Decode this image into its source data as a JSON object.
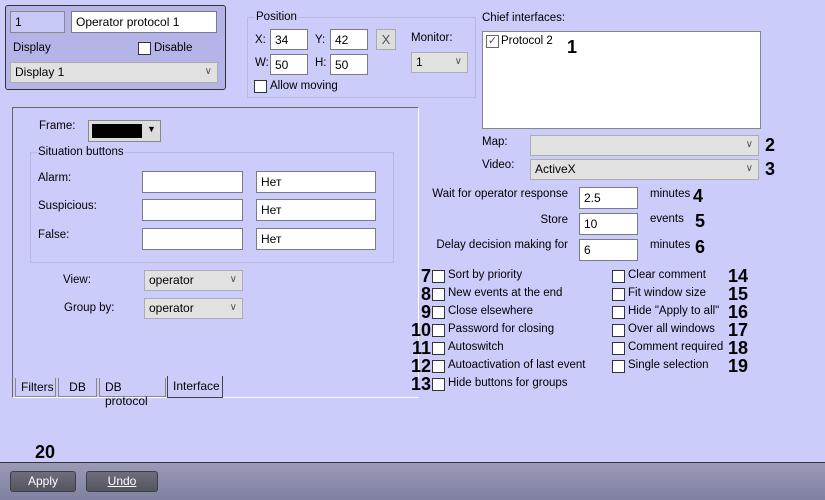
{
  "header": {
    "id": "1",
    "name": "Operator protocol 1",
    "display_label": "Display",
    "disable_label": "Disable",
    "display_value": "Display 1"
  },
  "position": {
    "title": "Position",
    "x_label": "X:",
    "x": "34",
    "y_label": "Y:",
    "y": "42",
    "w_label": "W:",
    "w": "50",
    "h_label": "H:",
    "h": "50",
    "reset_label": "X",
    "monitor_label": "Monitor:",
    "monitor": "1",
    "allow_moving_label": "Allow moving"
  },
  "chief": {
    "label": "Chief interfaces:",
    "items": [
      {
        "label": "Protocol 2",
        "checked": true
      }
    ]
  },
  "map": {
    "label": "Map:",
    "value": ""
  },
  "video": {
    "label": "Video:",
    "value": "ActiveX"
  },
  "panel": {
    "frame_label": "Frame:",
    "frame_color": "#000000",
    "situation_title": "Situation buttons",
    "rows": [
      {
        "label": "Alarm:",
        "value": "",
        "action": "Нет"
      },
      {
        "label": "Suspicious:",
        "value": "",
        "action": "Нет"
      },
      {
        "label": "False:",
        "value": "",
        "action": "Нет"
      }
    ],
    "view_label": "View:",
    "view": "operator",
    "group_label": "Group by:",
    "group": "operator",
    "tabs": [
      "Filters",
      "DB",
      "DB protocol",
      "Interface"
    ],
    "active_tab": "Interface"
  },
  "settings": {
    "wait_label": "Wait for operator response",
    "wait": "2.5",
    "wait_unit": "minutes",
    "store_label": "Store",
    "store": "10",
    "store_unit": "events",
    "delay_label": "Delay decision making for",
    "delay": "6",
    "delay_unit": "minutes"
  },
  "options_left": [
    {
      "label": "Sort by priority",
      "checked": false
    },
    {
      "label": "New events at the end",
      "checked": false
    },
    {
      "label": "Close elsewhere",
      "checked": false
    },
    {
      "label": "Password for closing",
      "checked": false
    },
    {
      "label": "Autoswitch",
      "checked": false
    },
    {
      "label": "Autoactivation of last event",
      "checked": false
    },
    {
      "label": "Hide buttons for groups",
      "checked": false
    }
  ],
  "options_right": [
    {
      "label": "Clear comment",
      "checked": false
    },
    {
      "label": "Fit window size",
      "checked": false
    },
    {
      "label": "Hide \"Apply to all\"",
      "checked": false
    },
    {
      "label": "Over all windows",
      "checked": false
    },
    {
      "label": "Comment required",
      "checked": false
    },
    {
      "label": "Single selection",
      "checked": false
    }
  ],
  "callouts": [
    "1",
    "2",
    "3",
    "4",
    "5",
    "6",
    "7",
    "8",
    "9",
    "10",
    "11",
    "12",
    "13",
    "14",
    "15",
    "16",
    "17",
    "18",
    "19",
    "20"
  ],
  "footer": {
    "apply": "Apply",
    "undo": "Undo"
  }
}
